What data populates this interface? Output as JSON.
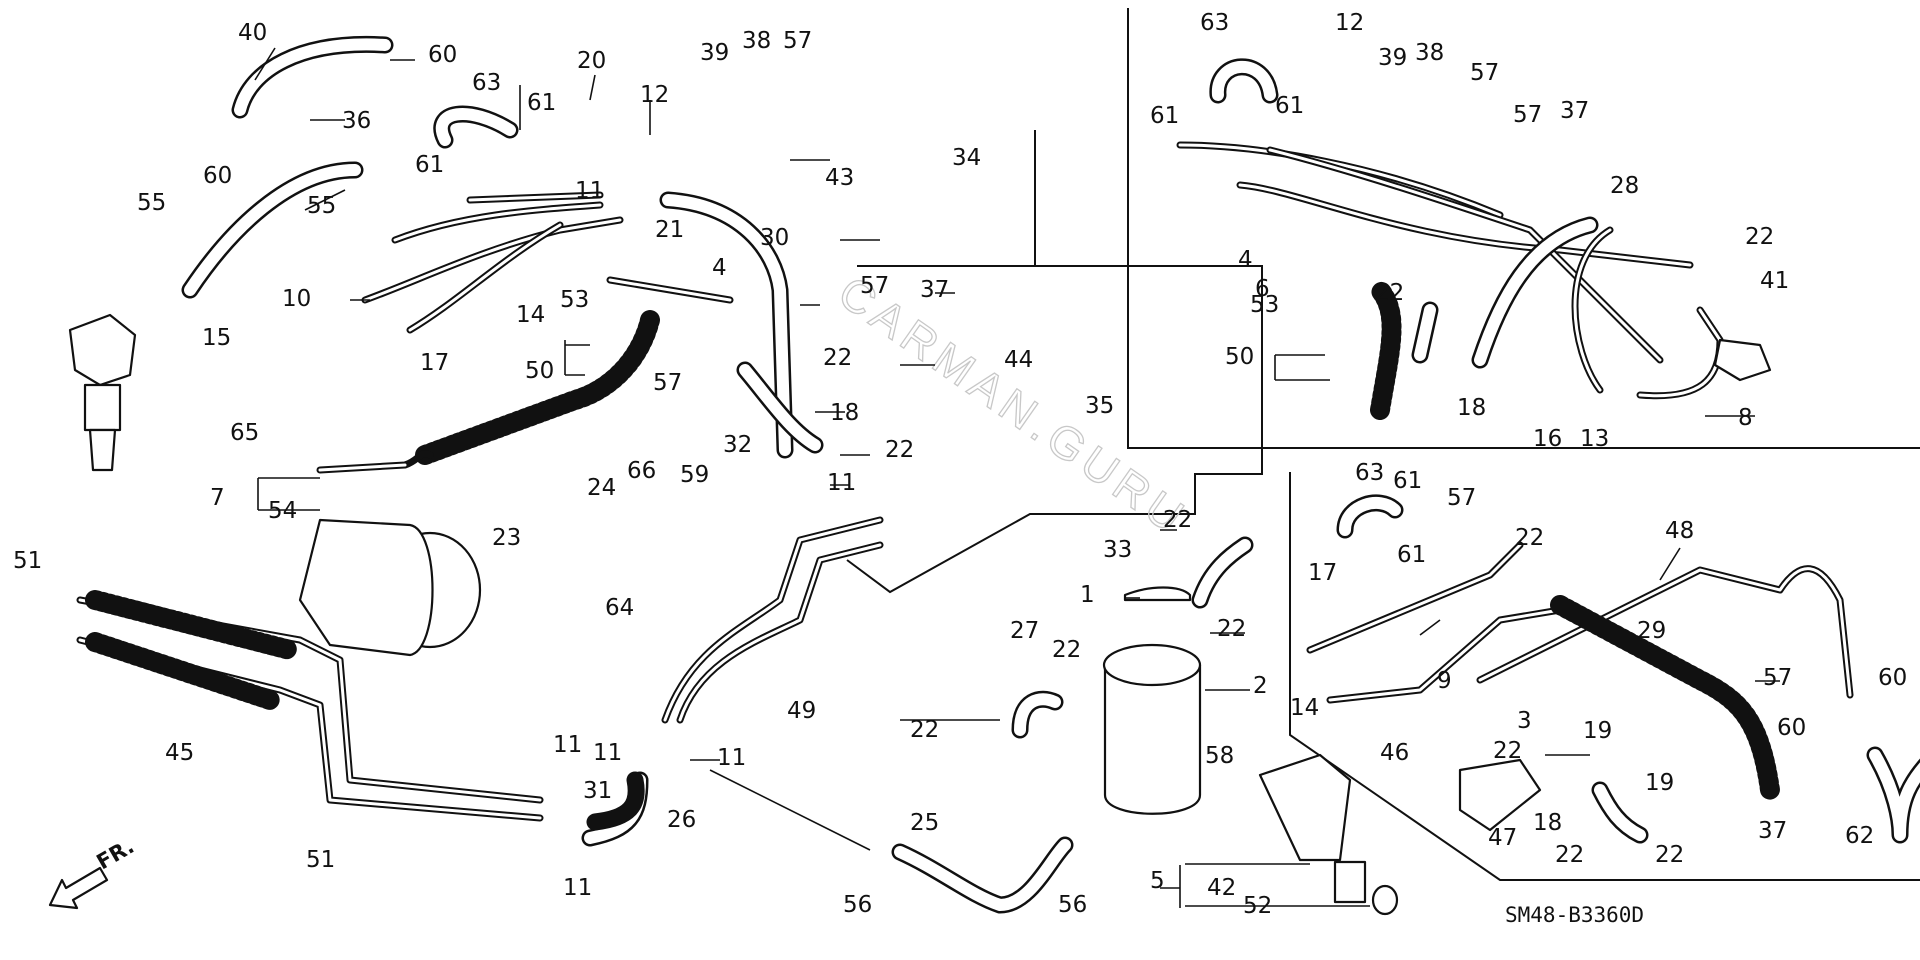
{
  "callouts": [
    "1",
    "2",
    "3",
    "4",
    "5",
    "6",
    "7",
    "8",
    "9",
    "10",
    "11",
    "12",
    "13",
    "14",
    "15",
    "16",
    "17",
    "18",
    "19",
    "20",
    "21",
    "22",
    "23",
    "24",
    "25",
    "26",
    "27",
    "28",
    "29",
    "30",
    "31",
    "32",
    "33",
    "34",
    "35",
    "36",
    "37",
    "38",
    "39",
    "40",
    "41",
    "42",
    "43",
    "44",
    "45",
    "46",
    "47",
    "48",
    "49",
    "50",
    "51",
    "52",
    "53",
    "54",
    "55",
    "56",
    "57",
    "58",
    "59",
    "60",
    "61",
    "62",
    "63",
    "64",
    "65",
    "66"
  ],
  "diagram_code": "SM48-B3360D",
  "direction_label": "FR.",
  "watermark": "CARMAN.GURU"
}
